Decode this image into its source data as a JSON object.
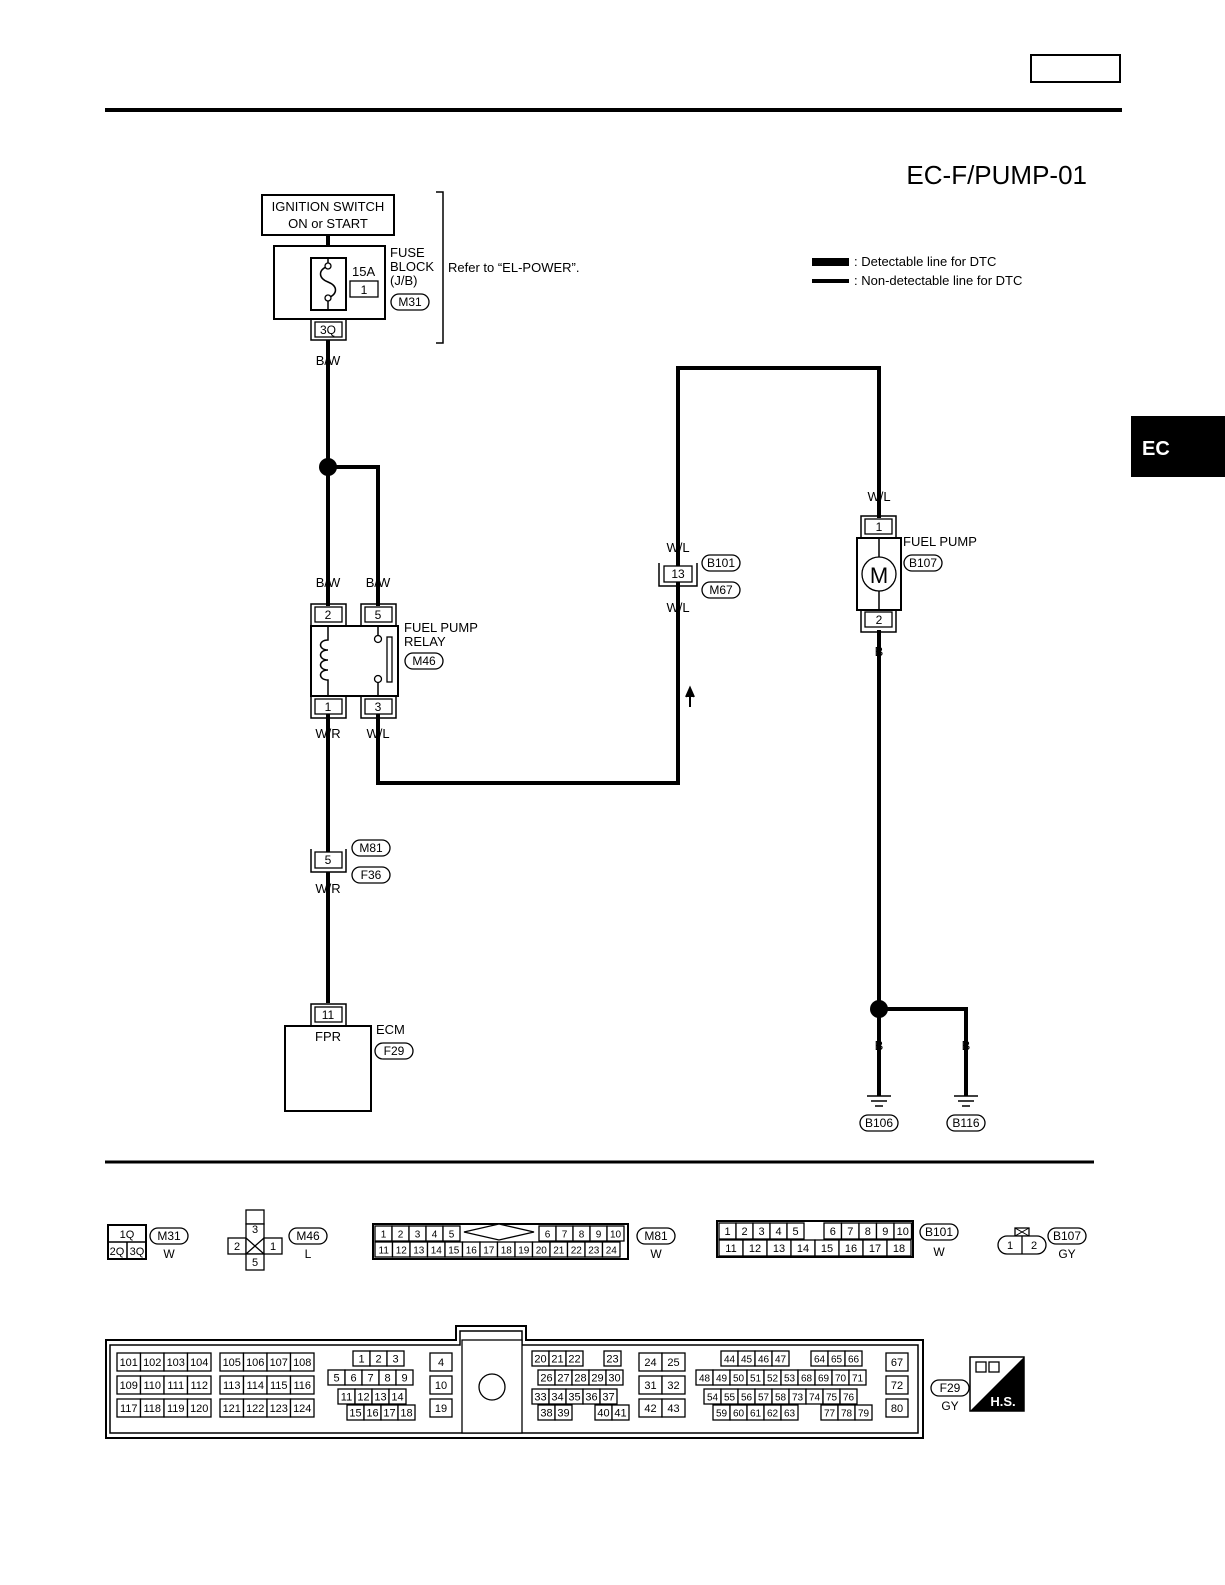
{
  "header": {
    "page_code": "EC-F/PUMP-01",
    "side_tab": "EC"
  },
  "legend": {
    "detectable": ": Detectable line for DTC",
    "non_detectable": ": Non-detectable line for DTC"
  },
  "ignition_switch": {
    "line1": "IGNITION SWITCH",
    "line2": "ON or START"
  },
  "fuse_block": {
    "label1": "FUSE",
    "label2": "BLOCK",
    "label3": "(J/B)",
    "amp": "15A",
    "fuse_no": "1",
    "connector": "M31",
    "terminal": "3Q",
    "refer": "Refer to “EL-POWER”."
  },
  "wires": {
    "bw_top": "B/W",
    "bw_left": "B/W",
    "bw_right": "B/W",
    "wr_relay": "W/R",
    "wl_relay": "W/L",
    "wl_upper": "W/L",
    "wl_lower": "W/L",
    "wr_bottom": "W/R",
    "wl_pump": "W/L",
    "b_pump": "B",
    "b_ground1": "B",
    "b_ground2": "B"
  },
  "relay": {
    "label1": "FUEL PUMP",
    "label2": "RELAY",
    "connector": "M46",
    "pin_2": "2",
    "pin_5": "5",
    "pin_1": "1",
    "pin_3": "3"
  },
  "joint_connector": {
    "pin": "13",
    "upper": "B101",
    "lower": "M67"
  },
  "fuel_pump": {
    "label": "FUEL PUMP",
    "connector": "B107",
    "motor": "M",
    "pin_1": "1",
    "pin_2": "2"
  },
  "mid_connector": {
    "pin": "5",
    "upper": "M81",
    "lower": "F36"
  },
  "ecm": {
    "label": "ECM",
    "terminal_name": "FPR",
    "pin": "11",
    "connector": "F29"
  },
  "grounds": {
    "g1": "B106",
    "g2": "B116"
  },
  "connectors": {
    "m31": {
      "name": "M31",
      "color": "W",
      "pins_top": [
        "1Q"
      ],
      "pins_bottom": [
        "2Q",
        "3Q"
      ]
    },
    "m46": {
      "name": "M46",
      "color": "L",
      "p_top": "3",
      "p_left": "2",
      "p_right": "1",
      "p_bottom": "5"
    },
    "m81": {
      "name": "M81",
      "color": "W",
      "row1a": [
        "1",
        "2",
        "3",
        "4",
        "5"
      ],
      "row1b": [
        "6",
        "7",
        "8",
        "9",
        "10"
      ],
      "row2": [
        "11",
        "12",
        "13",
        "14",
        "15",
        "16",
        "17",
        "18",
        "19",
        "20",
        "21",
        "22",
        "23",
        "24"
      ]
    },
    "b101": {
      "name": "B101",
      "color": "W",
      "row1": [
        "1",
        "2",
        "3",
        "4",
        "5",
        "6",
        "7",
        "8",
        "9",
        "10"
      ],
      "row2": [
        "11",
        "12",
        "13",
        "14",
        "15",
        "16",
        "17",
        "18"
      ]
    },
    "b107": {
      "name": "B107",
      "color": "GY",
      "pins": [
        "1",
        "2"
      ]
    },
    "f29": {
      "name": "F29",
      "color": "GY",
      "badge": "H.S.",
      "g1": [
        [
          "101",
          "102",
          "103",
          "104"
        ],
        [
          "109",
          "110",
          "111",
          "112"
        ],
        [
          "117",
          "118",
          "119",
          "120"
        ]
      ],
      "g2": [
        [
          "105",
          "106",
          "107",
          "108"
        ],
        [
          "113",
          "114",
          "115",
          "116"
        ],
        [
          "121",
          "122",
          "123",
          "124"
        ]
      ],
      "g3": [
        [
          "1",
          "2",
          "3"
        ],
        [
          "5",
          "6",
          "7",
          "8",
          "9"
        ],
        [
          "11",
          "12",
          "13",
          "14"
        ],
        [
          "15",
          "16",
          "17",
          "18"
        ]
      ],
      "g4": [
        "4",
        "10",
        "19"
      ],
      "g5": [
        [
          "20",
          "21",
          "22",
          "23"
        ],
        [
          "26",
          "27",
          "28",
          "29",
          "30"
        ],
        [
          "33",
          "34",
          "35",
          "36",
          "37"
        ],
        [
          "38",
          "39",
          "40",
          "41"
        ]
      ],
      "g6": [
        [
          "24",
          "25"
        ],
        [
          "31",
          "32"
        ],
        [
          "42",
          "43"
        ]
      ],
      "g7": [
        [
          "44",
          "45",
          "46",
          "47",
          "64",
          "65",
          "66"
        ],
        [
          "48",
          "49",
          "50",
          "51",
          "52",
          "53",
          "68",
          "69",
          "70",
          "71"
        ],
        [
          "54",
          "55",
          "56",
          "57",
          "58",
          "73",
          "74",
          "75",
          "76"
        ],
        [
          "59",
          "60",
          "61",
          "62",
          "63",
          "77",
          "78",
          "79"
        ]
      ],
      "g8": [
        "67",
        "72",
        "80"
      ]
    }
  }
}
